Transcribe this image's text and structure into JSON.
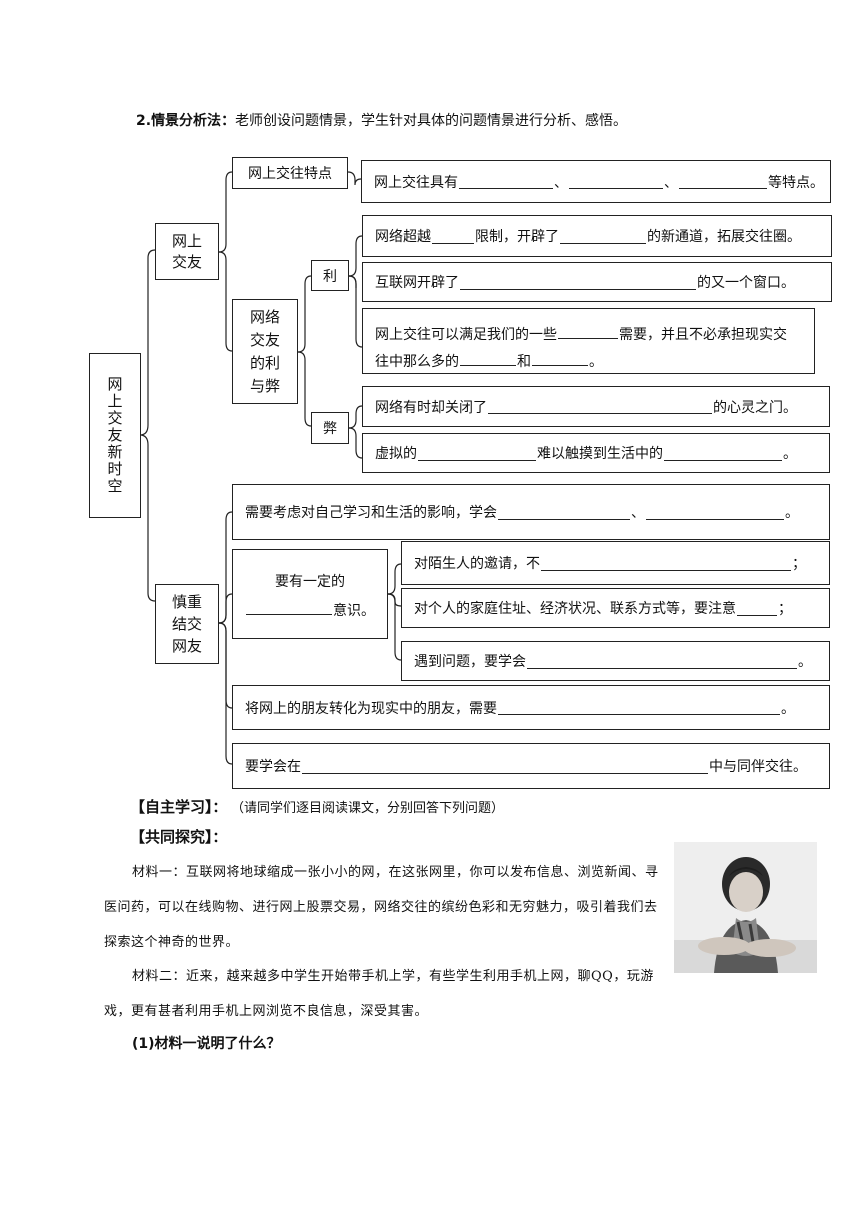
{
  "heading": {
    "num": "2.",
    "title": "情景分析法",
    "colon": "：",
    "text": "老师创设问题情景，学生针对具体的问题情景进行分析、感悟。"
  },
  "root": "网上交友新时空",
  "branch1": {
    "label": "网上交友",
    "feature_label": "网上交往特点",
    "feature_pre": "网上交往具有",
    "feature_sep": "、",
    "feature_post": "等特点。",
    "proscons_label": "网络交友的利与弊",
    "pro_label": "利",
    "pro1_a": "网络超越",
    "pro1_b": "限制，开辟了",
    "pro1_c": "的新通道，拓展交往圈。",
    "pro2_a": "互联网开辟了",
    "pro2_b": "的又一个窗口。",
    "pro3_line1_a": "网上交往可以满足我们的一些",
    "pro3_line1_b": "需要，并且不必承担现实交",
    "pro3_line2_a": "往中那么多的",
    "pro3_line2_b": "和",
    "pro3_line2_c": "。",
    "con_label": "弊",
    "con1_a": "网络有时却关闭了",
    "con1_b": "的心灵之门。",
    "con2_a": "虚拟的",
    "con2_b": "难以触摸到生活中的",
    "con2_c": "。"
  },
  "branch2": {
    "label": "慎重结交网友",
    "row1_a": "需要考虑对自己学习和生活的影响，学会",
    "row1_b": "、",
    "row1_c": "。",
    "safety_line1": "要有一定的",
    "safety_line2": "意识。",
    "s1_a": "对陌生人的邀请，不",
    "s1_b": "；",
    "s2_a": "对个人的家庭住址、经济状况、联系方式等，要注意",
    "s2_b": "；",
    "s3_a": "遇到问题，要学会",
    "s3_b": "。",
    "row3_a": "将网上的朋友转化为现实中的朋友，需要",
    "row3_b": "。",
    "row4_a": "要学会在",
    "row4_b": "中与同伴交往。"
  },
  "self_study": {
    "title": "【自主学习】",
    "colon": "：",
    "note": "（请同学们逐目阅读课文，分别回答下列问题）"
  },
  "explore": {
    "title": "【共同探究】",
    "colon": "：",
    "material1": "材料一：互联网将地球缩成一张小小的网，在这张网里，你可以发布信息、浏览新闻、寻医问药，可以在线购物、进行网上股票交易，网络交往的缤纷色彩和无穷魅力，吸引着我们去探索这个神奇的世界。",
    "material2": "材料二：近来，越来越多中学生开始带手机上学，有些学生利用手机上网，聊QQ，玩游戏，更有甚者利用手机上网浏览不良信息，深受其害。",
    "question1": "(1)材料一说明了什么？"
  }
}
